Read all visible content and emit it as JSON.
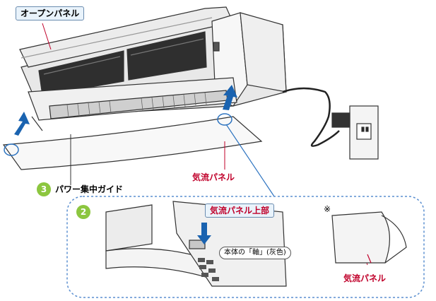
{
  "labels": {
    "open_panel": "オープンパネル",
    "power_guide": "パワー集中ガイド",
    "airflow_panel": "気流パネル",
    "airflow_panel_top": "気流パネル上部",
    "shaft_note": "本体の「軸」(灰色)",
    "airflow_panel_side": "気流パネル",
    "note_mark": "※"
  },
  "steps": {
    "step2": "2",
    "step3": "3"
  },
  "colors": {
    "badge": "#8cc63f",
    "arrow": "#1a63b0",
    "leader_red": "#c0002a",
    "leader_blue": "#2e74c0",
    "dashed_border": "#5b8fd0"
  }
}
